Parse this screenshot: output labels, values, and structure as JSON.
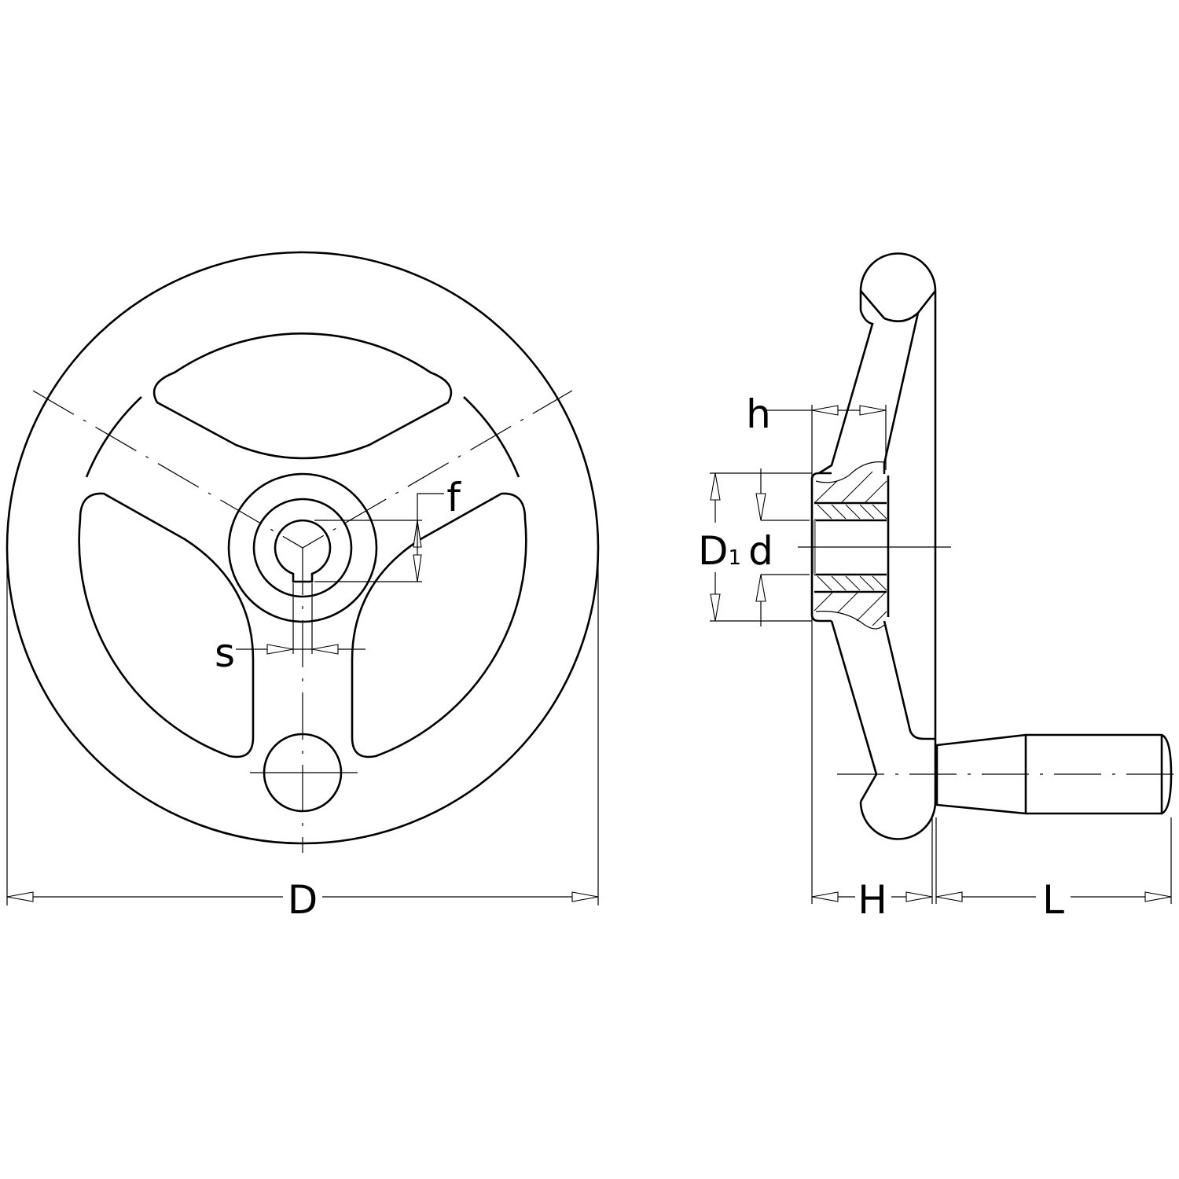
{
  "drawing": {
    "title": "Handwheel with revolving handle",
    "labels": {
      "D": "D",
      "D1_main": "D",
      "D1_sub": "1",
      "d": "d",
      "f": "f",
      "s": "s",
      "h": "h",
      "H": "H",
      "L": "L"
    },
    "colors": {
      "line": "#000000",
      "background": "#ffffff"
    }
  }
}
